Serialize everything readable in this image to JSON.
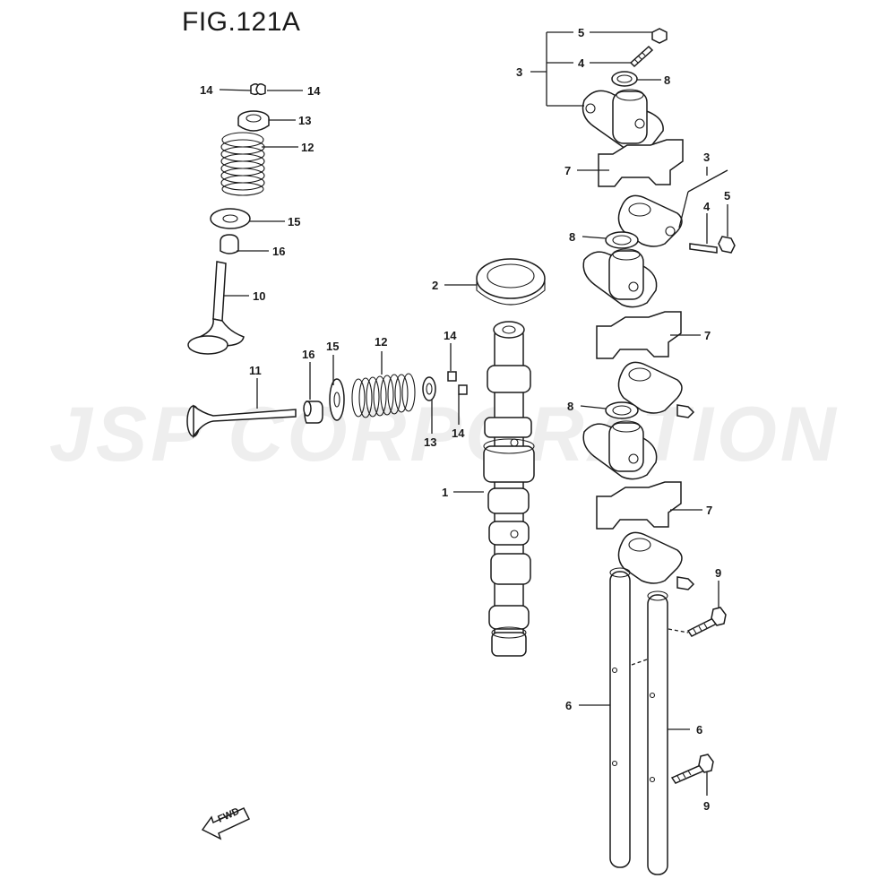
{
  "figure": {
    "title": "FIG.121A",
    "watermark": "JSP CORPORATION",
    "direction_label": "FWD"
  },
  "callouts": {
    "n1": "1",
    "n2": "2",
    "n3a": "3",
    "n3b": "3",
    "n4a": "4",
    "n4b": "4",
    "n5a": "5",
    "n5b": "5",
    "n6a": "6",
    "n6b": "6",
    "n7a": "7",
    "n7b": "7",
    "n7c": "7",
    "n8a": "8",
    "n8b": "8",
    "n8c": "8",
    "n9a": "9",
    "n9b": "9",
    "n10": "10",
    "n11": "11",
    "n12a": "12",
    "n12b": "12",
    "n13a": "13",
    "n13b": "13",
    "n14a": "14",
    "n14b": "14",
    "n14c": "14",
    "n14d": "14",
    "n15a": "15",
    "n15b": "15",
    "n16a": "16",
    "n16b": "16"
  }
}
